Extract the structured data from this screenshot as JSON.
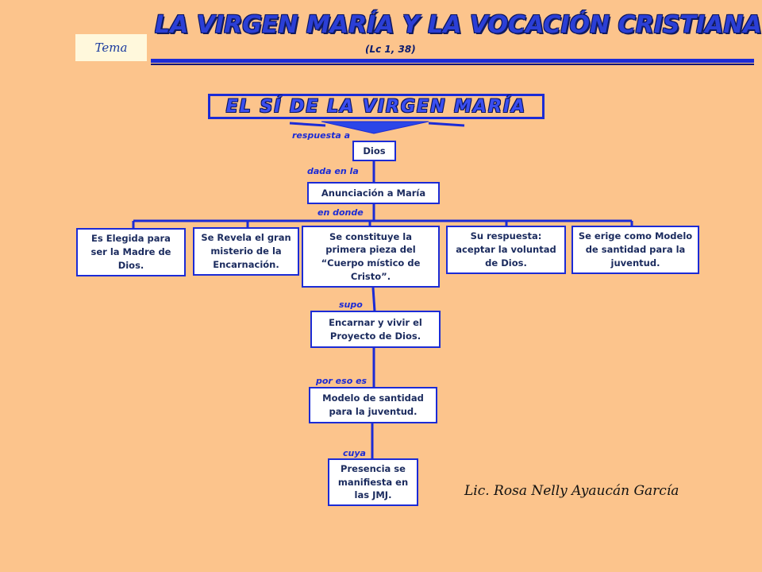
{
  "header": {
    "tema_label": "Tema",
    "title": "LA VIRGEN MARÍA Y LA VOCACIÓN CRISTIANA",
    "subtitle": "(Lc 1, 38)"
  },
  "diagram": {
    "banner": "EL SÍ DE LA VIRGEN MARÍA",
    "nodes": {
      "dios": "Dios",
      "anunciacion": "Anunciación a María",
      "elegida": "Es Elegida para ser la Madre de Dios.",
      "revela": "Se Revela el gran misterio de la Encarnación.",
      "constituye": "Se constituye la primera pieza del “Cuerpo místico de Cristo”.",
      "respuesta": "Su respuesta: aceptar la voluntad de Dios.",
      "erige": "Se erige como Modelo de santidad para la juventud.",
      "encarnar": "Encarnar y vivir el Proyecto de Dios.",
      "modelo": "Modelo de santidad para la juventud.",
      "presencia": "Presencia se manifiesta en las JMJ."
    },
    "connectors": {
      "respuesta_a": "respuesta  a",
      "dada_en_la": "dada  en la",
      "en_donde": "en donde",
      "supo": "supo",
      "por_eso_es": "por eso es",
      "cuya": "cuya"
    }
  },
  "footer": {
    "author": "Lic. Rosa Nelly Ayaucán García"
  },
  "colors": {
    "background": "#fcc48c",
    "line": "#1b2bd6",
    "node_fill": "#ffffff",
    "title": "#2b3fd6"
  }
}
